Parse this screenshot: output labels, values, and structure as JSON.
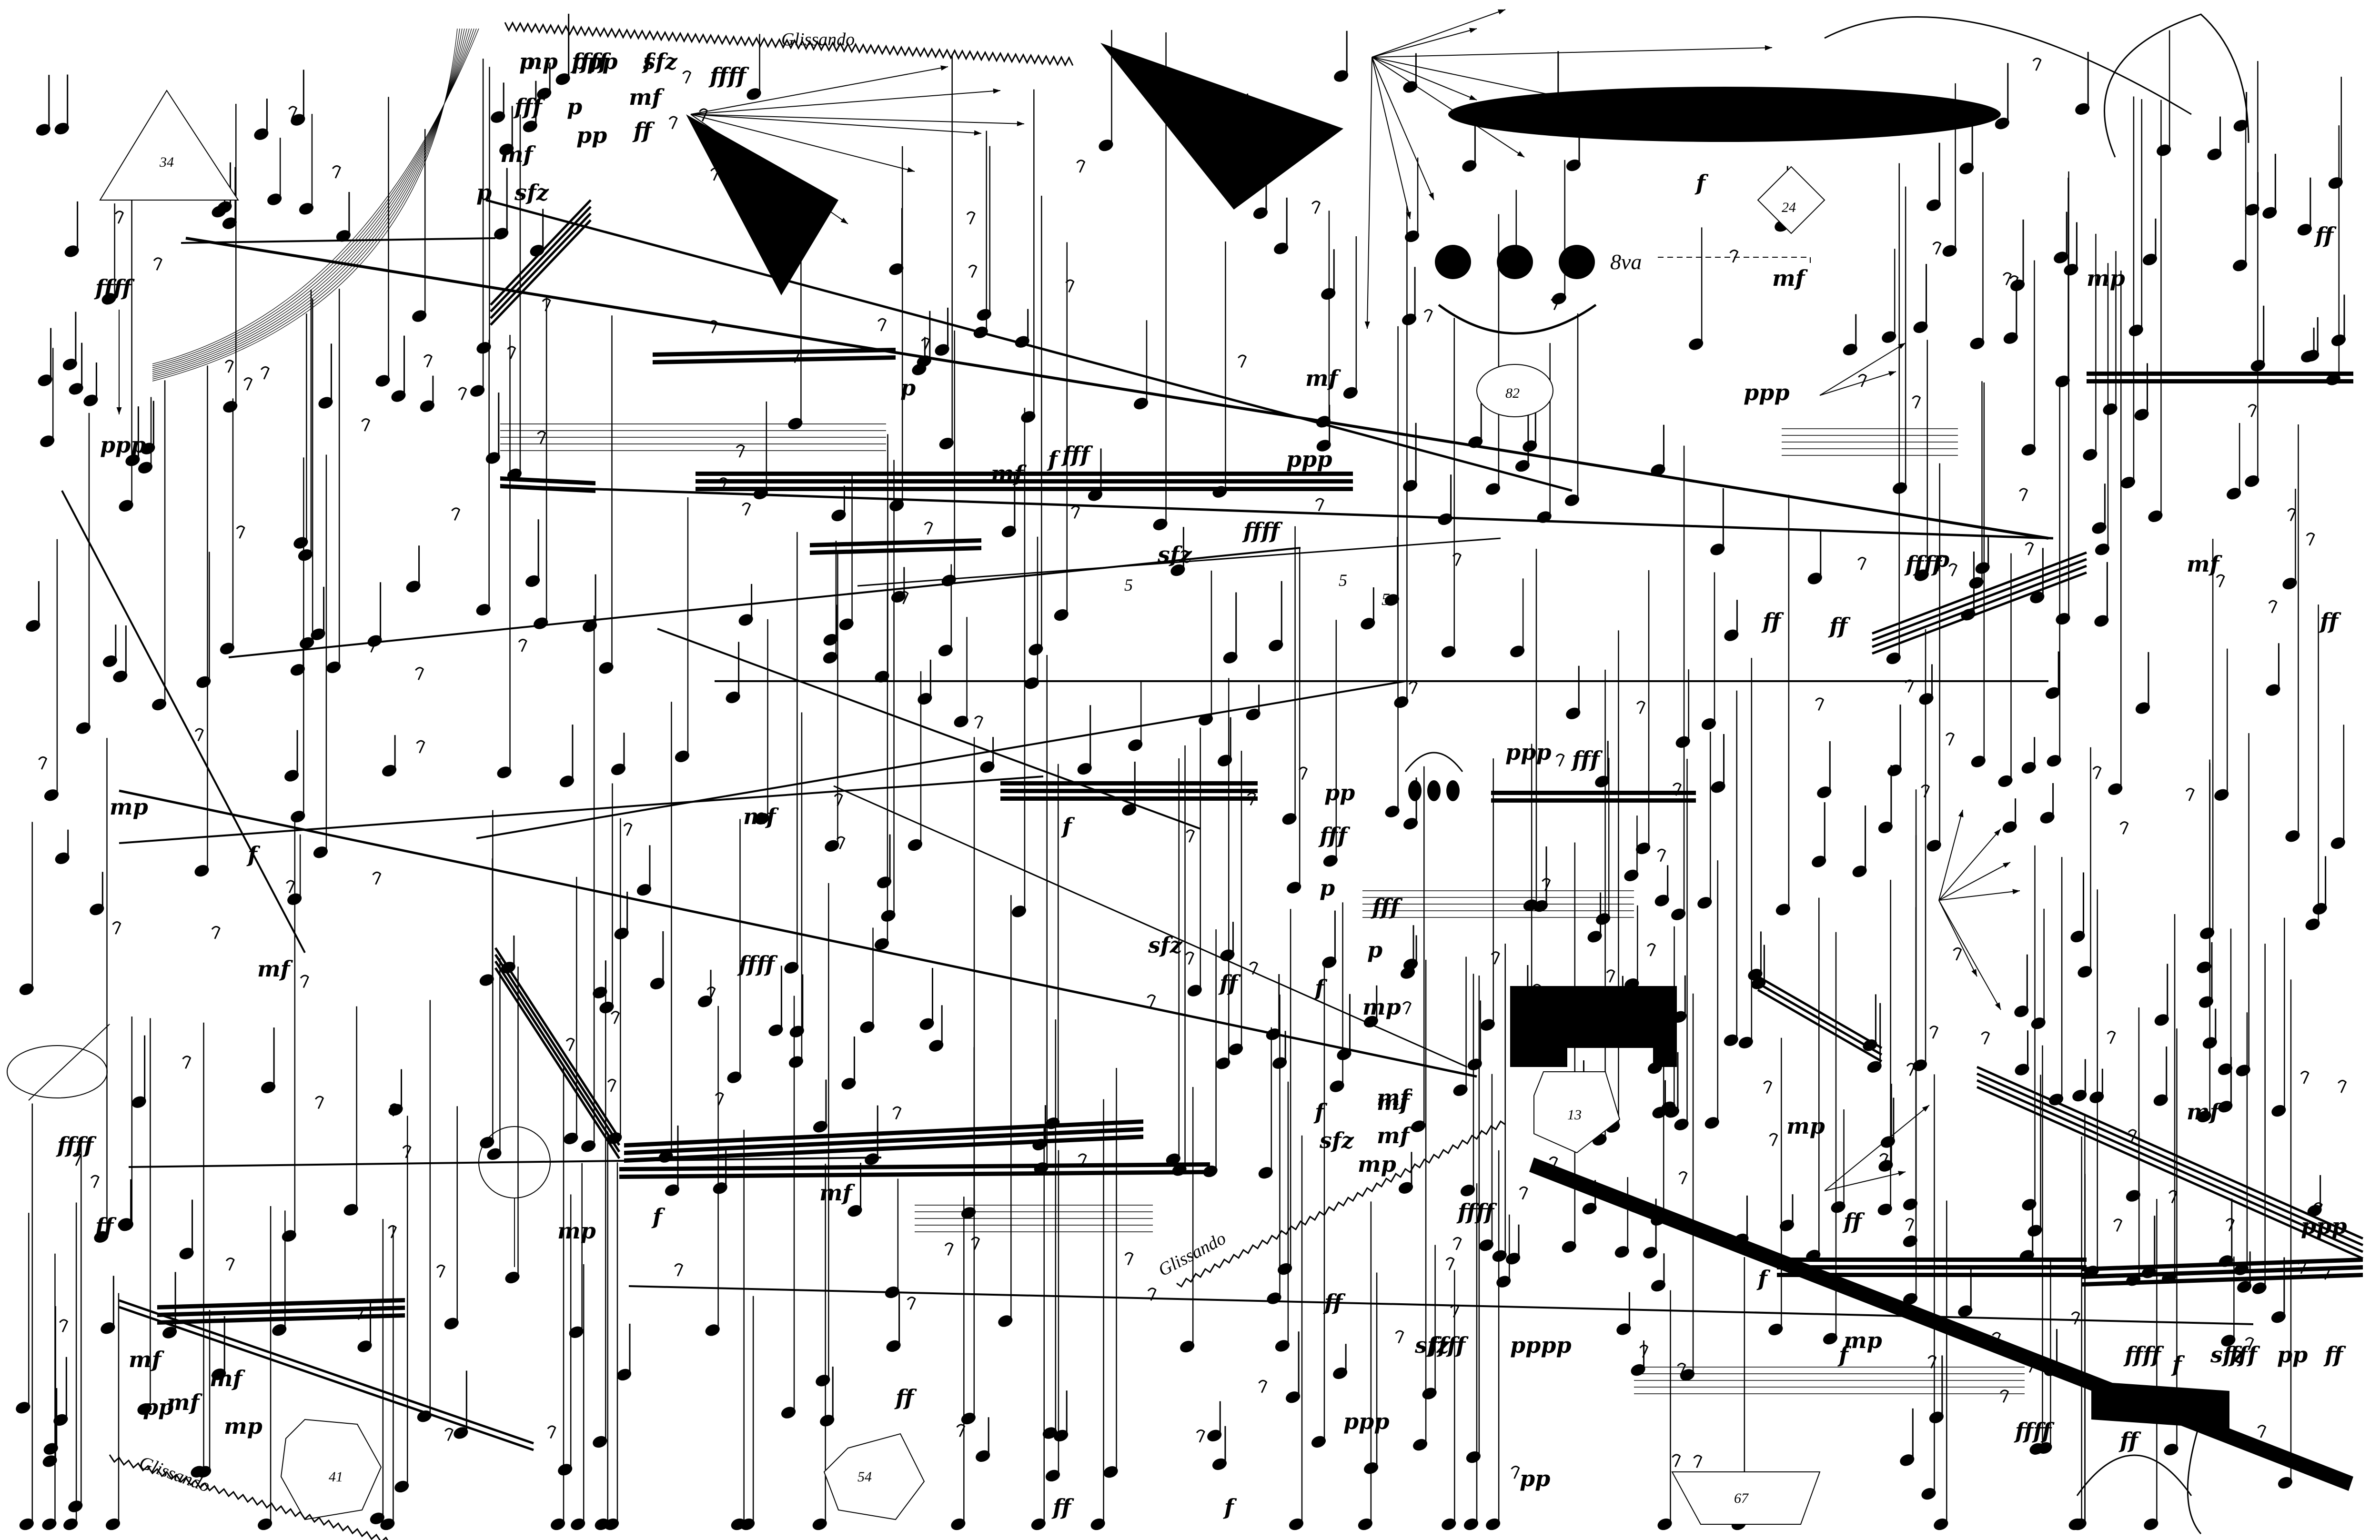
{
  "graphic_score": {
    "glissando_labels": [
      "Glissando",
      "Glissando",
      "Glissando"
    ],
    "octave_mark": "8va",
    "tuplet_numbers": [
      "5",
      "5",
      "5"
    ],
    "shape_numbers": {
      "triangle": "34",
      "diamond": "24",
      "ellipse": "82",
      "hexagon": "13",
      "heptagon_left": "41",
      "heptagon_mid": "54",
      "pentagon": "67"
    },
    "dynamics": [
      "mp",
      "ppp",
      "f",
      "ffff",
      "fff",
      "p",
      "mf",
      "mf",
      "pp",
      "ff",
      "p",
      "sfz",
      "ffff",
      "ppp",
      "f",
      "ppp",
      "p",
      "mf",
      "mp",
      "ff",
      "mf",
      "f",
      "fff",
      "sfz",
      "ffff",
      "ffff",
      "ff",
      "ppp",
      "ppp",
      "fff",
      "p",
      "mf",
      "ff",
      "mf",
      "mf",
      "mp",
      "f",
      "ffff",
      "fff",
      "sfz",
      "ff",
      "pp",
      "f",
      "fff",
      "p",
      "ff",
      "p",
      "f",
      "mp",
      "f",
      "mf",
      "ffff",
      "mf",
      "ff",
      "mp",
      "mf",
      "f",
      "mf",
      "mf",
      "mp",
      "sfz",
      "ffff",
      "ff",
      "f",
      "mp",
      "mf",
      "ppp",
      "ff",
      "sfz",
      "pppp",
      "ffff",
      "f",
      "ffff",
      "sfz",
      "pp",
      "ff",
      "f",
      "mf",
      "pp",
      "mf",
      "mp",
      "ppp",
      "ff",
      "ffff",
      "ff",
      "f",
      "fff",
      "pp",
      "ff",
      "mf",
      "ff",
      "mp",
      "p",
      "ffff",
      "sfz",
      "fff"
    ]
  }
}
